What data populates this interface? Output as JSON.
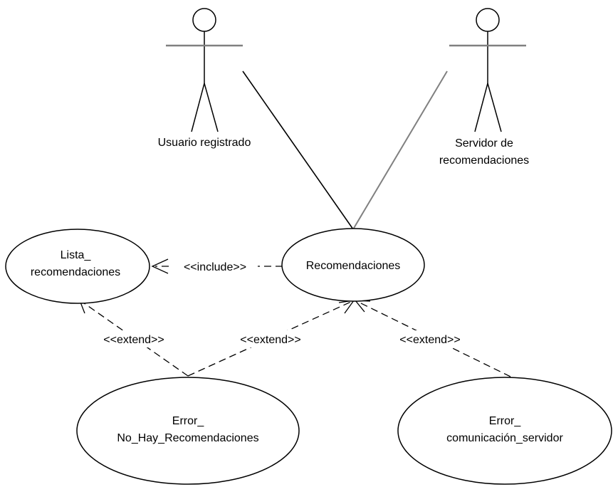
{
  "actors": {
    "user": {
      "label": "Usuario registrado"
    },
    "server": {
      "label_lines": [
        "Servidor de",
        "recomendaciones"
      ]
    }
  },
  "use_cases": {
    "lista": {
      "label_lines": [
        "Lista_",
        "recomendaciones"
      ]
    },
    "recomendaciones": {
      "label": "Recomendaciones"
    },
    "error_no_hay": {
      "label_lines": [
        "Error_",
        "No_Hay_Recomendaciones"
      ]
    },
    "error_comunicacion": {
      "label_lines": [
        "Error_",
        "comunicación_servidor"
      ]
    }
  },
  "relations": {
    "include": {
      "label": "<<include>>"
    },
    "extend_lista": {
      "label": "<<extend>>"
    },
    "extend_reco_left": {
      "label": "<<extend>>"
    },
    "extend_reco_right": {
      "label": "<<extend>>"
    }
  },
  "colors": {
    "line": "#000000",
    "arm": "#808080",
    "background": "#ffffff"
  }
}
